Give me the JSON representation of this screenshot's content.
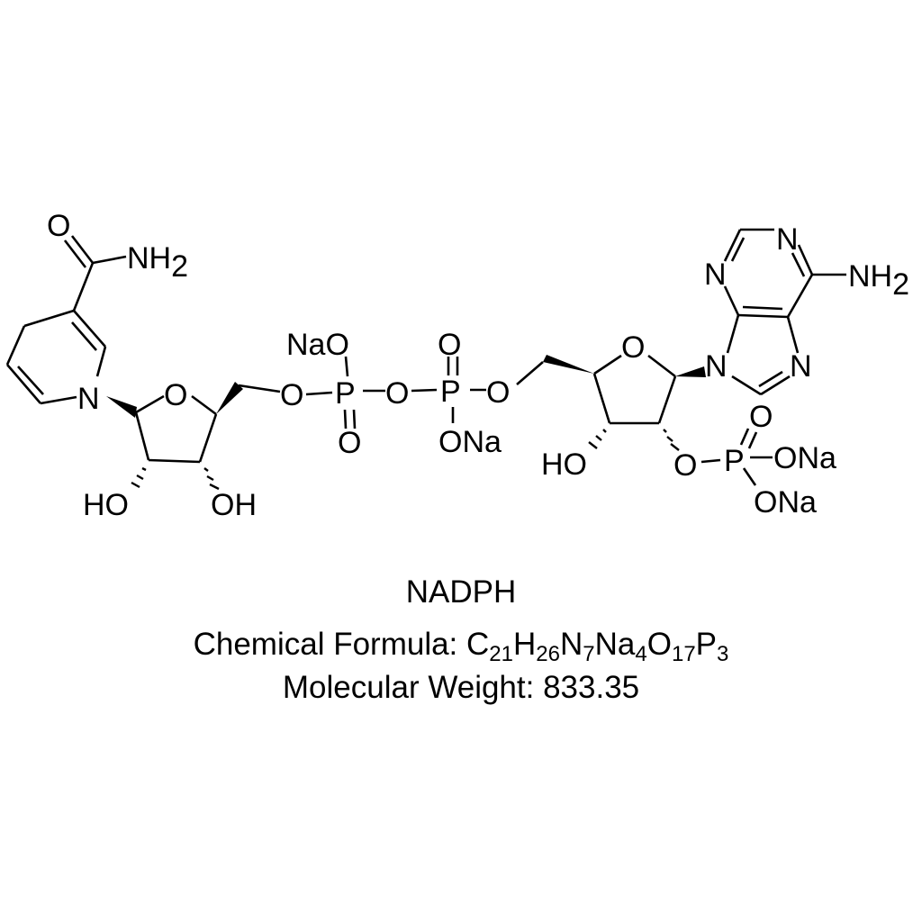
{
  "compound": {
    "name": "NADPH",
    "formula_label": "Chemical Formula: ",
    "formula_parts": [
      {
        "el": "C",
        "n": "21"
      },
      {
        "el": "H",
        "n": "26"
      },
      {
        "el": "N",
        "n": "7"
      },
      {
        "el": "Na",
        "n": "4"
      },
      {
        "el": "O",
        "n": "17"
      },
      {
        "el": "P",
        "n": "3"
      }
    ],
    "weight_line": "Molecular Weight: 833.35"
  },
  "atom_labels": {
    "carbonyl_O": "O",
    "amide_N": "NH",
    "amide_sub": "2",
    "pyridine_N": "N",
    "ribose1_O": "O",
    "ribose1_HO2": "HO",
    "ribose1_OH3": "OH",
    "ester1_O": "O",
    "P1": "P",
    "P1_ONa": "NaO",
    "P1_eqO": "O",
    "bridge_O": "O",
    "P2": "P",
    "P2_eqO": "O",
    "P2_ONa": "ONa",
    "ester2_O": "O",
    "ribose2_O": "O",
    "ribose2_HO3": "HO",
    "ribose2_O2": "O",
    "P3": "P",
    "P3_eqO": "O",
    "P3_ONa_a": "ONa",
    "P3_ONa_b": "ONa",
    "adenine_N9": "N",
    "adenine_N7": "N",
    "adenine_N3": "N",
    "adenine_N1": "N",
    "adenine_NH": "NH",
    "adenine_sub": "2"
  }
}
